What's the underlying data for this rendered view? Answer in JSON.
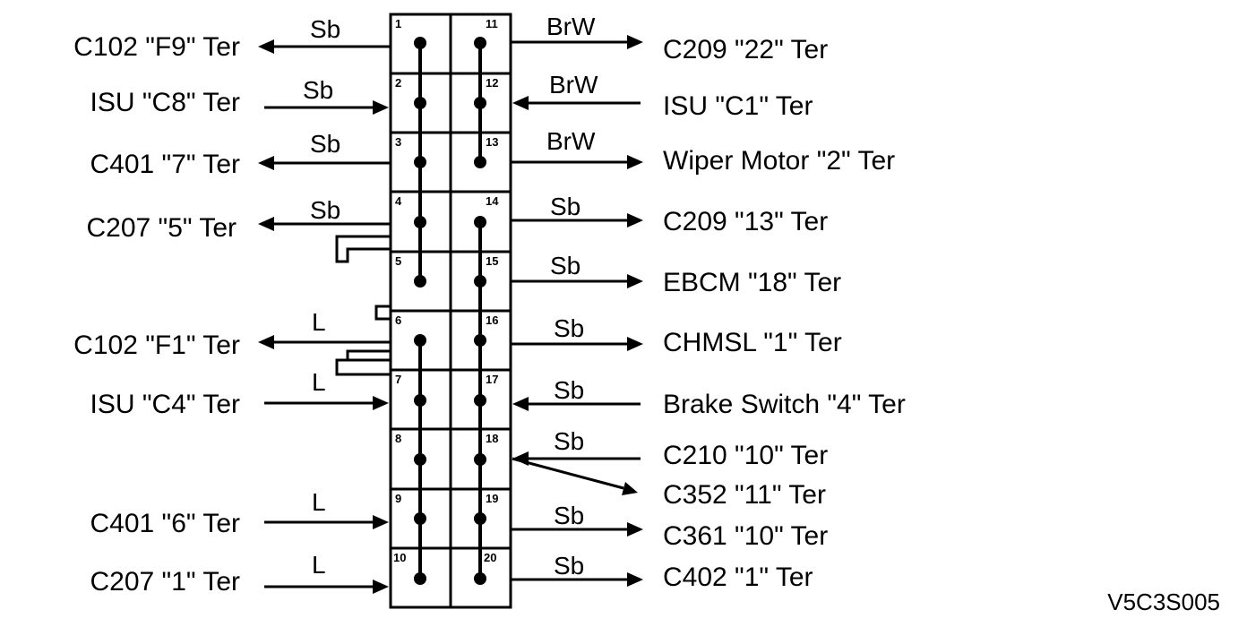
{
  "figure_code": "V5C3S005",
  "pins": [
    "1",
    "2",
    "3",
    "4",
    "5",
    "6",
    "7",
    "8",
    "9",
    "10",
    "11",
    "12",
    "13",
    "14",
    "15",
    "16",
    "17",
    "18",
    "19",
    "20"
  ],
  "left_rows": [
    {
      "label": "C102 \"F9\" Ter",
      "wire": "Sb"
    },
    {
      "label": "ISU \"C8\" Ter",
      "wire": "Sb"
    },
    {
      "label": "C401 \"7\" Ter",
      "wire": "Sb"
    },
    {
      "label": "C207 \"5\" Ter",
      "wire": "Sb"
    },
    {
      "label": "C102 \"F1\" Ter",
      "wire": "L"
    },
    {
      "label": "ISU \"C4\" Ter",
      "wire": "L"
    },
    {
      "label": "C401 \"6\" Ter",
      "wire": "L"
    },
    {
      "label": "C207 \"1\" Ter",
      "wire": "L"
    }
  ],
  "right_rows": [
    {
      "label": "C209 \"22\" Ter",
      "wire": "BrW"
    },
    {
      "label": "ISU \"C1\" Ter",
      "wire": "BrW"
    },
    {
      "label": "Wiper Motor \"2\" Ter",
      "wire": "BrW"
    },
    {
      "label": "C209 \"13\" Ter",
      "wire": "Sb"
    },
    {
      "label": "EBCM \"18\" Ter",
      "wire": "Sb"
    },
    {
      "label": "CHMSL \"1\" Ter",
      "wire": "Sb"
    },
    {
      "label": "Brake Switch \"4\" Ter",
      "wire": "Sb"
    },
    {
      "label": "C210 \"10\" Ter",
      "wire": "Sb"
    },
    {
      "label": "C352 \"11\" Ter"
    },
    {
      "label": "C361 \"10\" Ter",
      "wire": "Sb"
    },
    {
      "label": "C402 \"1\" Ter",
      "wire": "Sb"
    }
  ]
}
